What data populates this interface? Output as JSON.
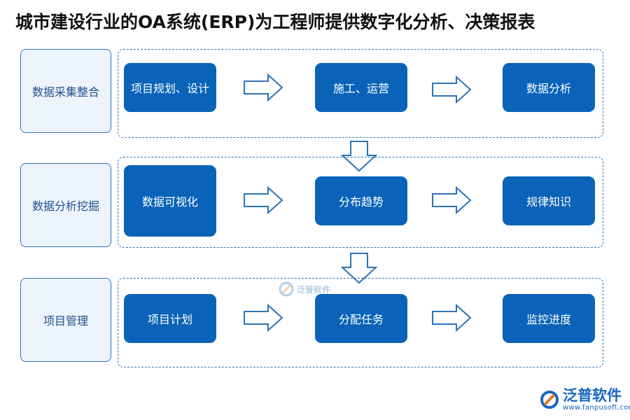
{
  "title": "城市建设行业的OA系统(ERP)为工程师提供数字化分析、决策报表",
  "rows": [
    {
      "label": "数据采集整合",
      "nodes": [
        "项目规划、设计",
        "施工、运营",
        "数据分析"
      ]
    },
    {
      "label": "数据分析挖掘",
      "nodes": [
        "数据可视化",
        "分布趋势",
        "规律知识"
      ]
    },
    {
      "label": "项目管理",
      "nodes": [
        "项目计划",
        "分配任务",
        "监控进度"
      ]
    }
  ],
  "watermark": {
    "text": "泛普软件"
  },
  "logo": {
    "brand": "泛普软件",
    "url": "www.fanpusoft.com"
  },
  "colors": {
    "node_fill": "#0a63b8",
    "border": "#2e74b5",
    "label_fill": "#eef4fb"
  }
}
